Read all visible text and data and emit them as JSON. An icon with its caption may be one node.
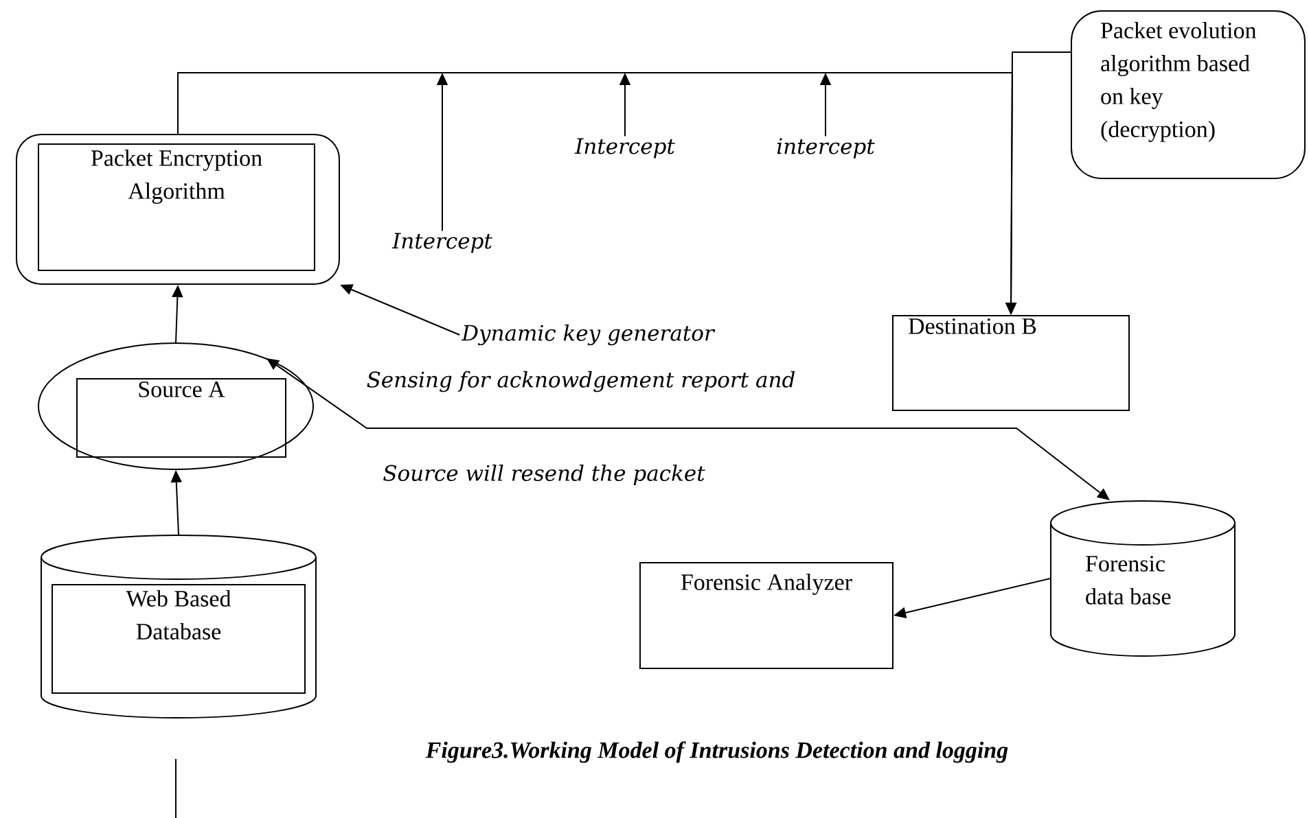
{
  "diagram": {
    "caption": "Figure3.Working Model of Intrusions Detection and logging",
    "nodes": [
      {
        "text": [],
        "shape": "box"
      },
      {
        "text": [
          "Packet Encryption Algorithm"
        ],
        "in": 0
      },
      {
        "text": [],
        "shape": "ellipse"
      },
      {
        "text": [
          "Source A"
        ],
        "in": 2
      },
      {
        "text": [],
        "shape": "cylinder"
      },
      {
        "text": [
          "Web Based Database"
        ],
        "in": 4
      },
      {
        "text": [
          "Packet evolution algorithm based on key (decryption)"
        ]
      },
      {
        "text": [
          "Destination B"
        ]
      },
      {
        "text": [
          "Forensic data base"
        ]
      },
      {
        "text": [
          "Forensic Analyzer"
        ]
      },
      {
        "text": [
          "Intercept"
        ]
      },
      {
        "text": [
          "Intercept"
        ]
      },
      {
        "text": [
          "intercept"
        ]
      },
      {
        "text": [
          "Dynamic key generator"
        ]
      }
    ],
    "edges": [
      {
        "from": 0,
        "to": 7,
        "arrow": "to"
      },
      {
        "from": 6,
        "to": 7,
        "arrow": "to"
      },
      {
        "from": 10,
        "to": null,
        "arrow": "to"
      },
      {
        "from": 11,
        "to": null,
        "arrow": "to"
      },
      {
        "from": 12,
        "to": null,
        "arrow": "to"
      },
      {
        "from": 4,
        "to": 2,
        "arrow": "to"
      },
      {
        "from": 2,
        "to": 0,
        "arrow": "to"
      },
      {
        "from": 13,
        "to": 0,
        "arrow": "to"
      },
      {
        "from": 2,
        "to": 8,
        "arrow": "both"
      },
      {
        "from": 8,
        "to": 9,
        "arrow": "to"
      }
    ],
    "labels": [
      "Sensing for acknowdgement report and",
      "Source will resend the packet"
    ]
  }
}
